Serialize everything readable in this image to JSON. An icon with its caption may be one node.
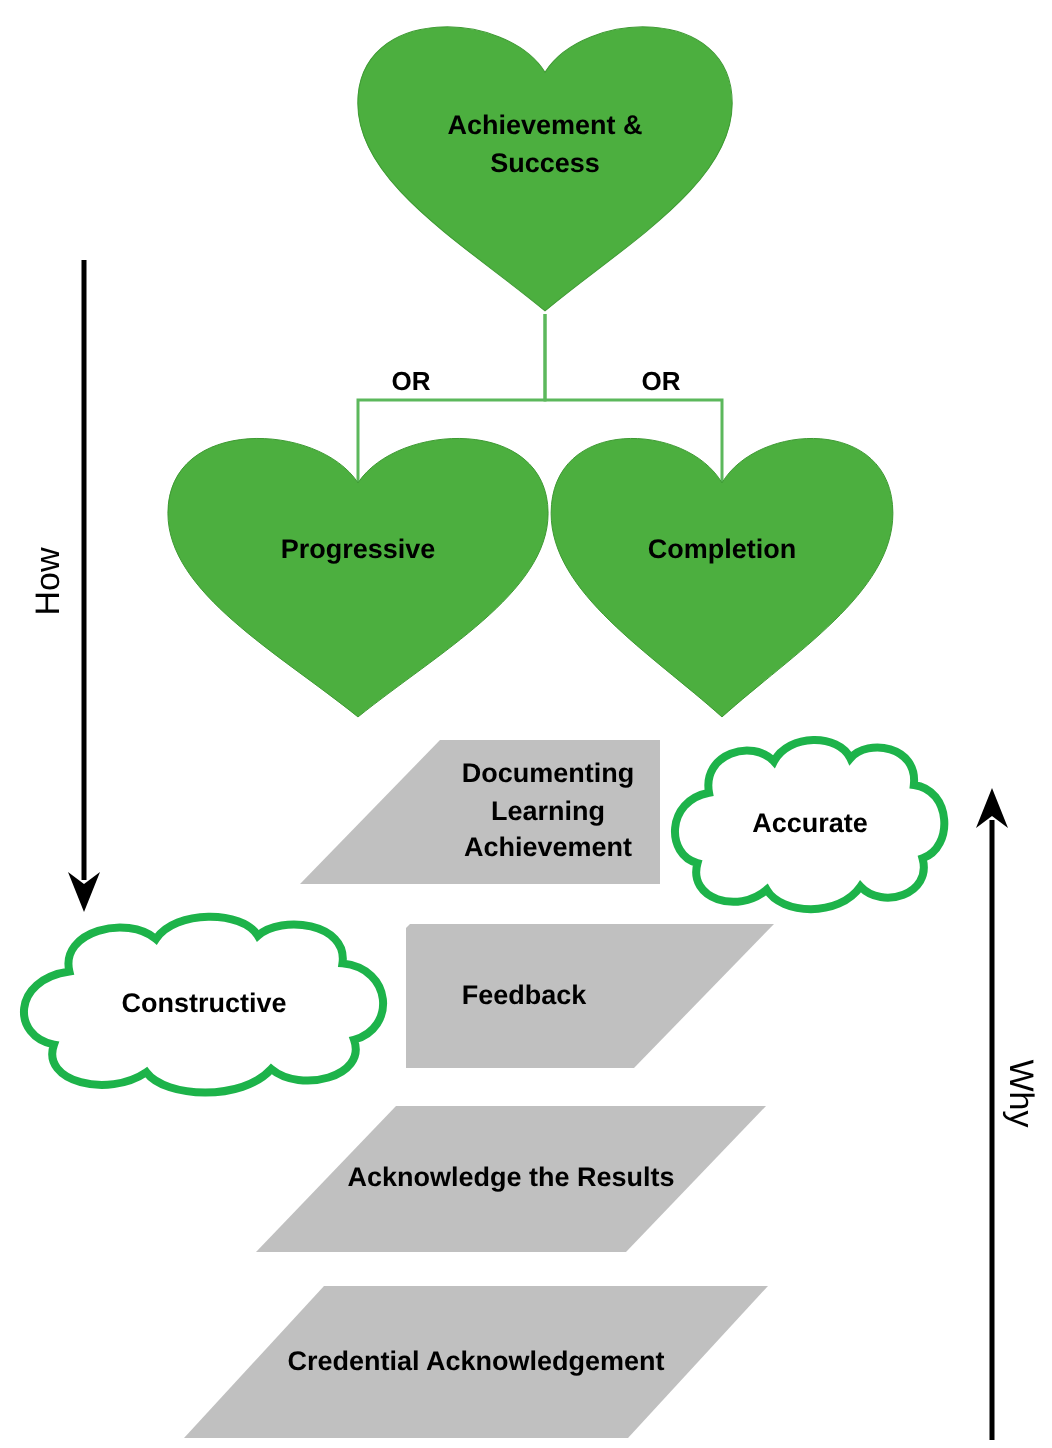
{
  "diagram": {
    "nodes": [
      {
        "text": [
          "Achievement & Success"
        ]
      },
      {
        "text": [
          "Progressive"
        ]
      },
      {
        "text": [
          "Completion"
        ]
      },
      {
        "text": [
          "Documenting Learning Achievement"
        ]
      },
      {
        "text": [
          "Accurate"
        ]
      },
      {
        "text": [
          "Feedback"
        ]
      },
      {
        "text": [
          "Constructive"
        ]
      },
      {
        "text": [
          "Acknowledge the Results"
        ]
      },
      {
        "text": [
          "Credential Acknowledgement"
        ]
      }
    ],
    "edges": [
      {
        "from": 0,
        "to": 1,
        "arrow": "none",
        "label": "OR"
      },
      {
        "from": 0,
        "to": 2,
        "arrow": "none",
        "label": "OR"
      }
    ],
    "labels": [
      "How",
      "Why"
    ]
  }
}
